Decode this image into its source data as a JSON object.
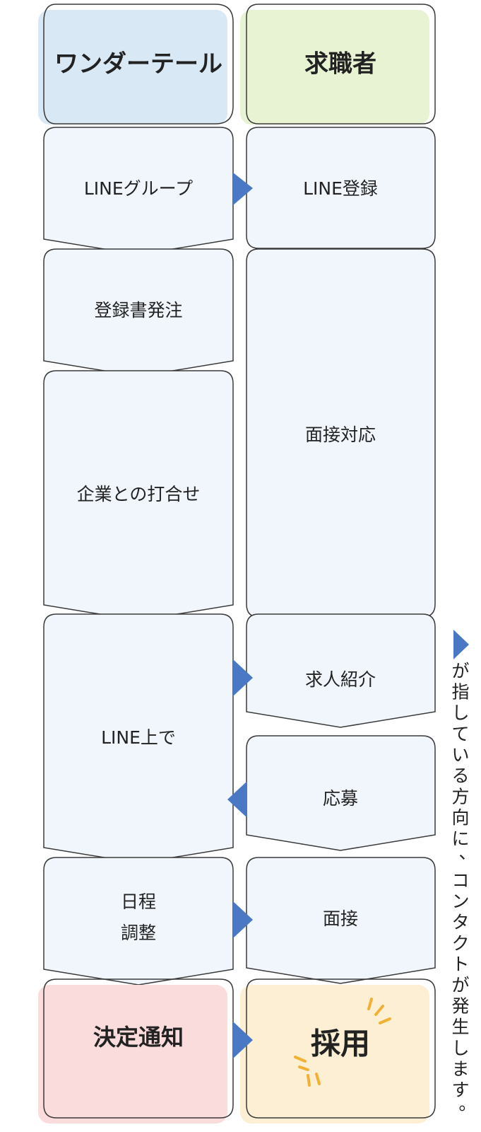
{
  "colors": {
    "outline": "#3a3a3a",
    "arrow": "#4a78c4",
    "header_left": "#d9e8f5",
    "header_right": "#e8f3d4",
    "step": "#f1f6fc",
    "decision": "#fbdcdc",
    "hire": "#fdefd3",
    "spark": "#f2b134"
  },
  "headers": {
    "left": "ワンダーテール",
    "right": "求職者"
  },
  "left_steps": [
    {
      "id": "line-group",
      "label": "LINEグループ"
    },
    {
      "id": "order",
      "label": "登録書発注"
    },
    {
      "id": "meeting",
      "label": "企業との打合せ"
    },
    {
      "id": "on-line",
      "label": "LINE上で"
    },
    {
      "id": "schedule",
      "lines": [
        "日程",
        "調整"
      ]
    },
    {
      "id": "decision",
      "label": "決定通知"
    }
  ],
  "right_steps": [
    {
      "id": "line-register",
      "label": "LINE登録"
    },
    {
      "id": "interview-support",
      "label": "面接対応"
    },
    {
      "id": "job-intro",
      "label": "求人紹介"
    },
    {
      "id": "apply",
      "label": "応募"
    },
    {
      "id": "interview",
      "label": "面接"
    },
    {
      "id": "hire",
      "label": "採用"
    }
  ],
  "arrows": [
    {
      "from": "line-group",
      "to": "line-register",
      "direction": "right"
    },
    {
      "from": "on-line",
      "to": "job-intro",
      "direction": "right"
    },
    {
      "from": "apply",
      "to": "on-line",
      "direction": "left"
    },
    {
      "from": "schedule",
      "to": "interview",
      "direction": "right"
    },
    {
      "from": "decision",
      "to": "hire",
      "direction": "right"
    }
  ],
  "side_note": {
    "chars": [
      "が",
      "指",
      "し",
      "て",
      "い",
      "る",
      "方",
      "向",
      "に",
      "、",
      "コ",
      "ン",
      "タ",
      "ク",
      "ト",
      "が",
      "発",
      "生",
      "し",
      "ま",
      "す",
      "。"
    ]
  }
}
